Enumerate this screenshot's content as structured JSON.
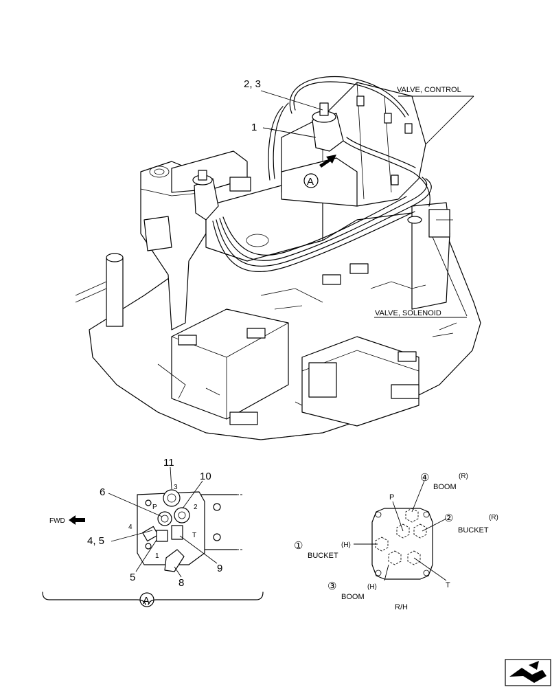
{
  "callouts": {
    "c23": "2, 3",
    "c1": "1",
    "valve_control": "VALVE, CONTROL",
    "valve_solenoid": "VALVE, SOLENOID",
    "view_a": "A",
    "c11": "11",
    "c10": "10",
    "c6": "6",
    "c45": "4, 5",
    "c5": "5",
    "c8": "8",
    "c9": "9",
    "fwd": "FWD",
    "view_a_bottom": "A"
  },
  "valve_detail": {
    "port_p": "P",
    "port_t": "T",
    "num_1": "1",
    "num_2": "2",
    "num_3": "3",
    "num_4": "4"
  },
  "port_diagram": {
    "c4": "④",
    "r_top": "(R)",
    "boom_top": "BOOM",
    "p": "P",
    "c2": "②",
    "r_right": "(R)",
    "bucket_right": "BUCKET",
    "c1": "①",
    "h_left": "(H)",
    "bucket_left": "BUCKET",
    "c3": "③",
    "h_bottom": "(H)",
    "boom_bottom": "BOOM",
    "t": "T",
    "rh": "R/H"
  }
}
